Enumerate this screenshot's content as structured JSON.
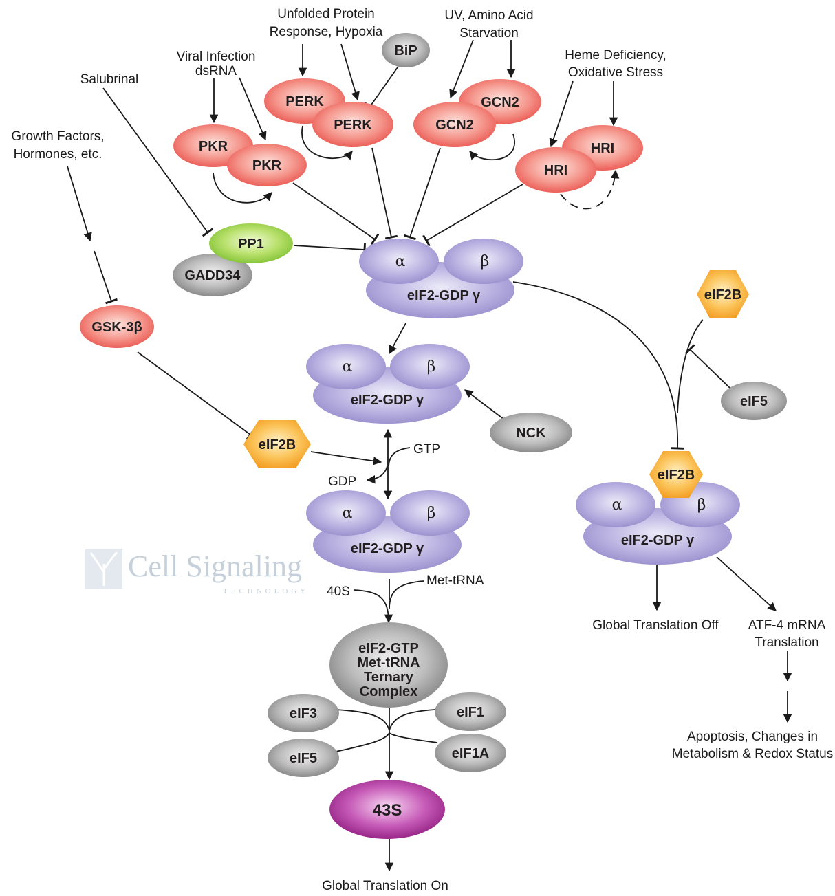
{
  "stimuli": {
    "growth_factors": [
      "Growth Factors,",
      "Hormones, etc."
    ],
    "salubrinal": "Salubrinal",
    "viral": [
      "Viral Infection",
      "dsRNA"
    ],
    "upr": [
      "Unfolded Protein",
      "Response, Hypoxia"
    ],
    "uv": [
      "UV, Amino Acid",
      "Starvation"
    ],
    "heme": [
      "Heme Deficiency,",
      "Oxidative Stress"
    ]
  },
  "nodes": {
    "pkr": "PKR",
    "perk": "PERK",
    "bip": "BiP",
    "gcn2": "GCN2",
    "hri": "HRI",
    "pp1": "PP1",
    "gadd34": "GADD34",
    "gsk3b": "GSK-3β",
    "eif2b": "eIF2B",
    "eif5": "eIF5",
    "nck": "NCK",
    "eif2_gdp": "eIF2-GDP γ",
    "alpha": "α",
    "beta": "β",
    "ternary": [
      "eIF2-GTP",
      "Met-tRNA",
      "Ternary",
      "Complex"
    ],
    "eif3": "eIF3",
    "eif1": "eIF1",
    "eif1a": "eIF1A",
    "s43": "43S"
  },
  "labels": {
    "gtp": "GTP",
    "gdp": "GDP",
    "s40": "40S",
    "met_trna": "Met-tRNA",
    "global_on": "Global Translation On",
    "global_off": "Global Translation Off",
    "atf4": [
      "ATF-4 mRNA",
      "Translation"
    ],
    "apoptosis": [
      "Apoptosis, Changes in",
      "Metabolism & Redox Status"
    ]
  },
  "watermark": {
    "name": "Cell Signaling",
    "sub": "TECHNOLOGY"
  },
  "colors": {
    "kinase_red": "#ee5a55",
    "pp1_green": "#8cc63f",
    "grey": "#8a8a8a",
    "eif2_purple": "#9a8fce",
    "eif2b_orange": "#f5a623",
    "s43_magenta": "#a0278f"
  }
}
